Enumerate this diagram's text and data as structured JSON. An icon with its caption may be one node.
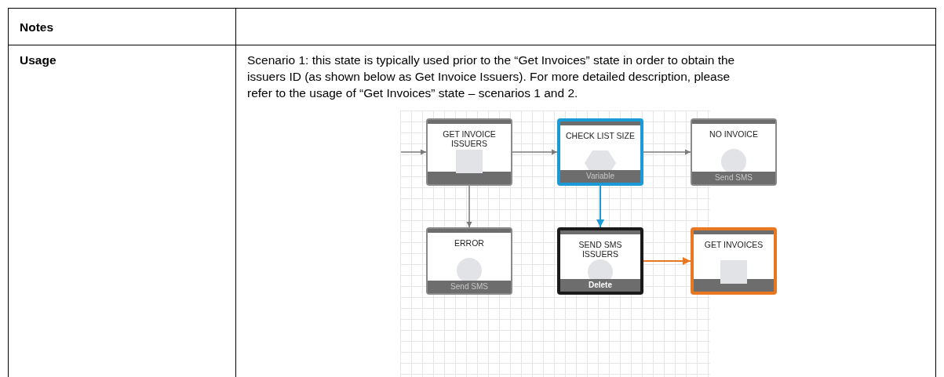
{
  "diagram": {
    "nodes": [
      {
        "text": [
          "GET INVOICE ISSUERS"
        ]
      },
      {
        "text": [
          "CHECK LIST SIZE",
          "Variable"
        ]
      },
      {
        "text": [
          "NO INVOICE",
          "Send SMS"
        ]
      },
      {
        "text": [
          "ERROR",
          "Send SMS"
        ]
      },
      {
        "text": [
          "SEND SMS ISSUERS",
          "Delete"
        ]
      },
      {
        "text": [
          "GET INVOICES"
        ]
      }
    ],
    "edges": [
      {
        "from": null,
        "to": 0,
        "arrow": "to"
      },
      {
        "from": 0,
        "to": 1,
        "arrow": "to"
      },
      {
        "from": 1,
        "to": 2,
        "arrow": "to"
      },
      {
        "from": 0,
        "to": 3,
        "arrow": "to"
      },
      {
        "from": 1,
        "to": 4,
        "arrow": "to",
        "color": "#1a9ad6"
      },
      {
        "from": 4,
        "to": 5,
        "arrow": "to",
        "color": "#e87722"
      }
    ],
    "labels": [
      "Notes",
      "Usage",
      "Scenario 1: this state is typically used prior to the “Get Invoices” state in order to obtain the issuers ID (as shown below as Get Invoice Issuers). For more detailed description, please refer to the usage of “Get Invoices” state – scenarios 1 and 2."
    ]
  }
}
